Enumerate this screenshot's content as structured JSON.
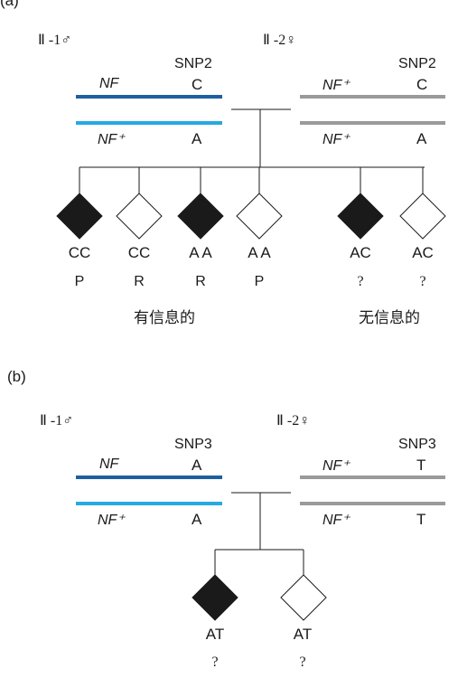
{
  "panel_a": {
    "label": "(a)",
    "father": {
      "label": "Ⅱ -1♂",
      "snp_header": "SNP2",
      "upper_nf": "NF",
      "upper_allele": "C",
      "lower_nf": "NF⁺",
      "lower_allele": "A",
      "upper_color": "#1d5fa0",
      "lower_color": "#25aae1"
    },
    "mother": {
      "label": "Ⅱ -2♀",
      "snp_header": "SNP2",
      "upper_nf": "NF⁺",
      "upper_allele": "C",
      "lower_nf": "NF⁺",
      "lower_allele": "A",
      "color": "#9a9a9a"
    },
    "children": [
      {
        "affected": true,
        "genotype": "CC",
        "status": "P"
      },
      {
        "affected": false,
        "genotype": "CC",
        "status": "R"
      },
      {
        "affected": true,
        "genotype": "A A",
        "status": "R"
      },
      {
        "affected": false,
        "genotype": "A A",
        "status": "P"
      },
      {
        "affected": true,
        "genotype": "AC",
        "status": "?"
      },
      {
        "affected": false,
        "genotype": "AC",
        "status": "?"
      }
    ],
    "informative_label": "有信息的",
    "uninformative_label": "无信息的"
  },
  "panel_b": {
    "label": "(b)",
    "father": {
      "label": "Ⅱ -1♂",
      "snp_header": "SNP3",
      "upper_nf": "NF",
      "upper_allele": "A",
      "lower_nf": "NF⁺",
      "lower_allele": "A",
      "upper_color": "#1d5fa0",
      "lower_color": "#25aae1"
    },
    "mother": {
      "label": "Ⅱ -2♀",
      "snp_header": "SNP3",
      "upper_nf": "NF⁺",
      "upper_allele": "T",
      "lower_nf": "NF⁺",
      "lower_allele": "T",
      "color": "#9a9a9a"
    },
    "children": [
      {
        "affected": true,
        "genotype": "AT",
        "status": "?"
      },
      {
        "affected": false,
        "genotype": "AT",
        "status": "?"
      }
    ]
  }
}
